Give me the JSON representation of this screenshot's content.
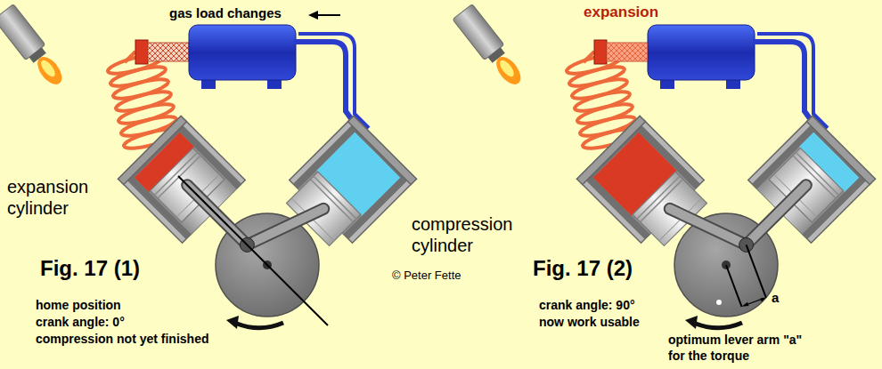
{
  "diagram": {
    "labels": [
      "gas load changes",
      "expansion",
      "expansion cylinder",
      "compression cylinder",
      "Fig. 17 (1)",
      "© Peter Fette",
      "home position",
      "crank angle: 0°",
      "compression not yet finished",
      "Fig. 17 (2)",
      "crank angle: 90°",
      "now work usable",
      "a",
      "optimum lever arm \"a\"",
      "for the torque"
    ]
  }
}
